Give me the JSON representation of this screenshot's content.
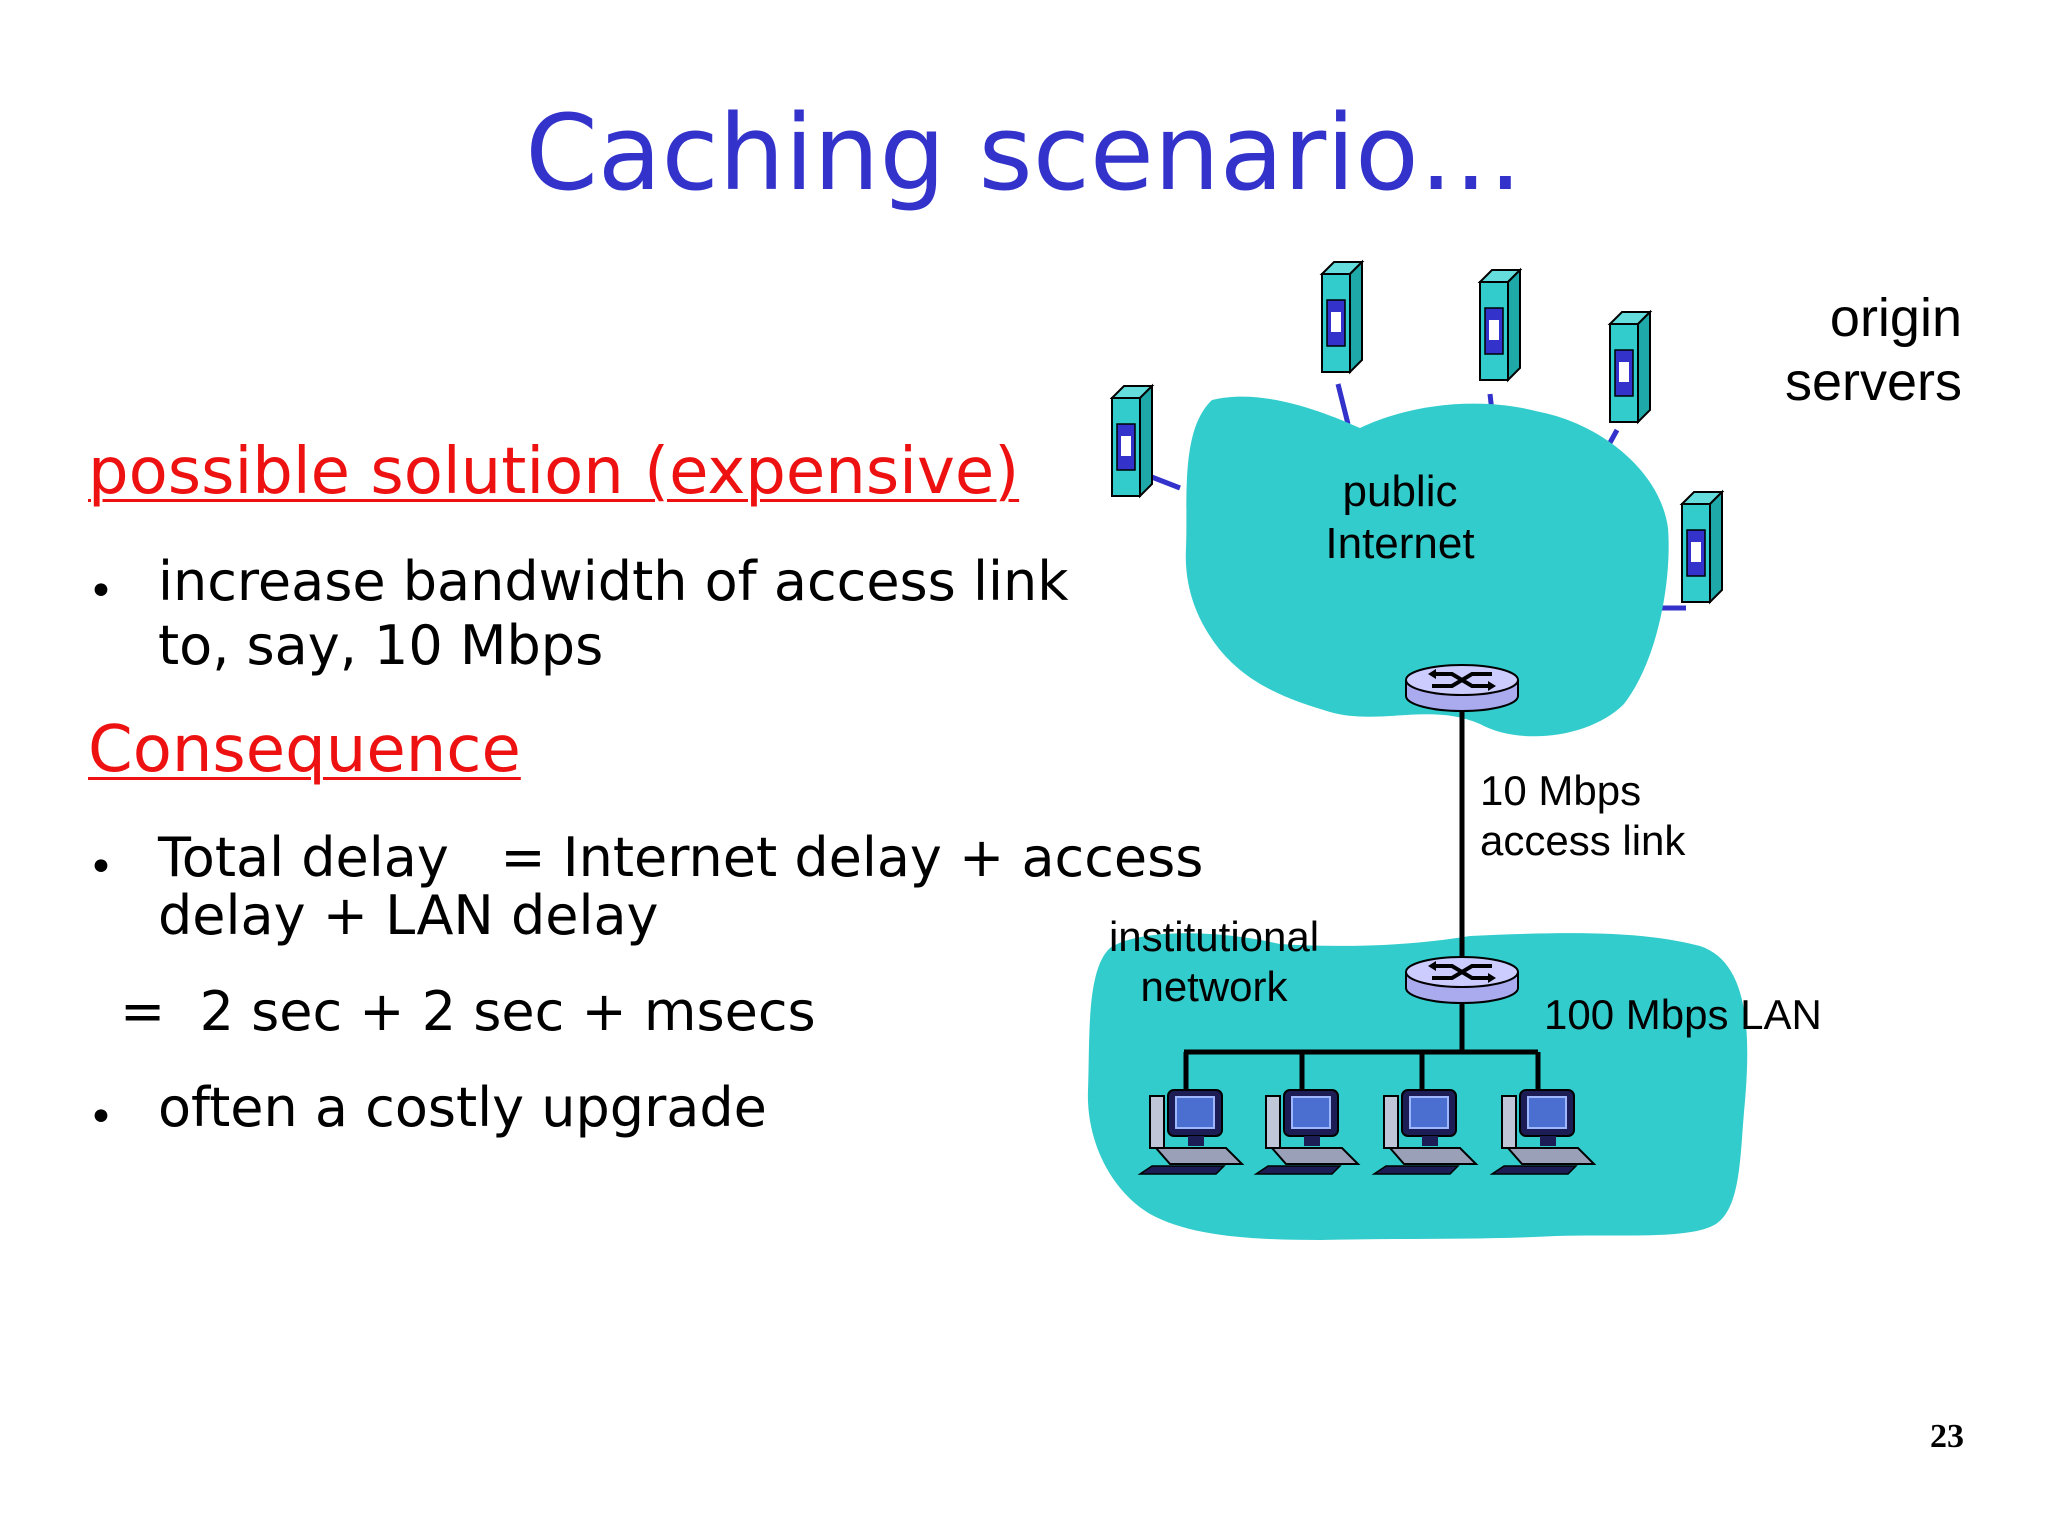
{
  "title": "Caching scenario…",
  "left": {
    "heading1": "possible solution (expensive)",
    "bullet1_line1": "increase bandwidth of access link",
    "bullet1_line2": "to, say, 10 Mbps",
    "heading2": "Consequence",
    "bullet2_line1": "Total delay   = Internet delay + access",
    "bullet2_line2": "delay + LAN delay",
    "equation": "=  2 sec + 2 sec + msecs",
    "bullet3": "often a costly upgrade",
    "bullet_glyph": "•"
  },
  "diagram": {
    "origin_line1": "origin",
    "origin_line2": "servers",
    "public_line1": "public",
    "public_line2": "Internet",
    "access_line1": "10 Mbps",
    "access_line2": "access link",
    "institutional_line1": "institutional",
    "institutional_line2": "network",
    "lan_label": "100 Mbps LAN",
    "colors": {
      "cloud": "#33cccc",
      "server_body": "#33cccc",
      "server_accent": "#3333cc",
      "router": "#ccccff",
      "link": "#000000",
      "server_link": "#3333cc"
    },
    "icons": [
      "server-icon",
      "router-icon",
      "computer-icon"
    ]
  },
  "page_number": "23"
}
